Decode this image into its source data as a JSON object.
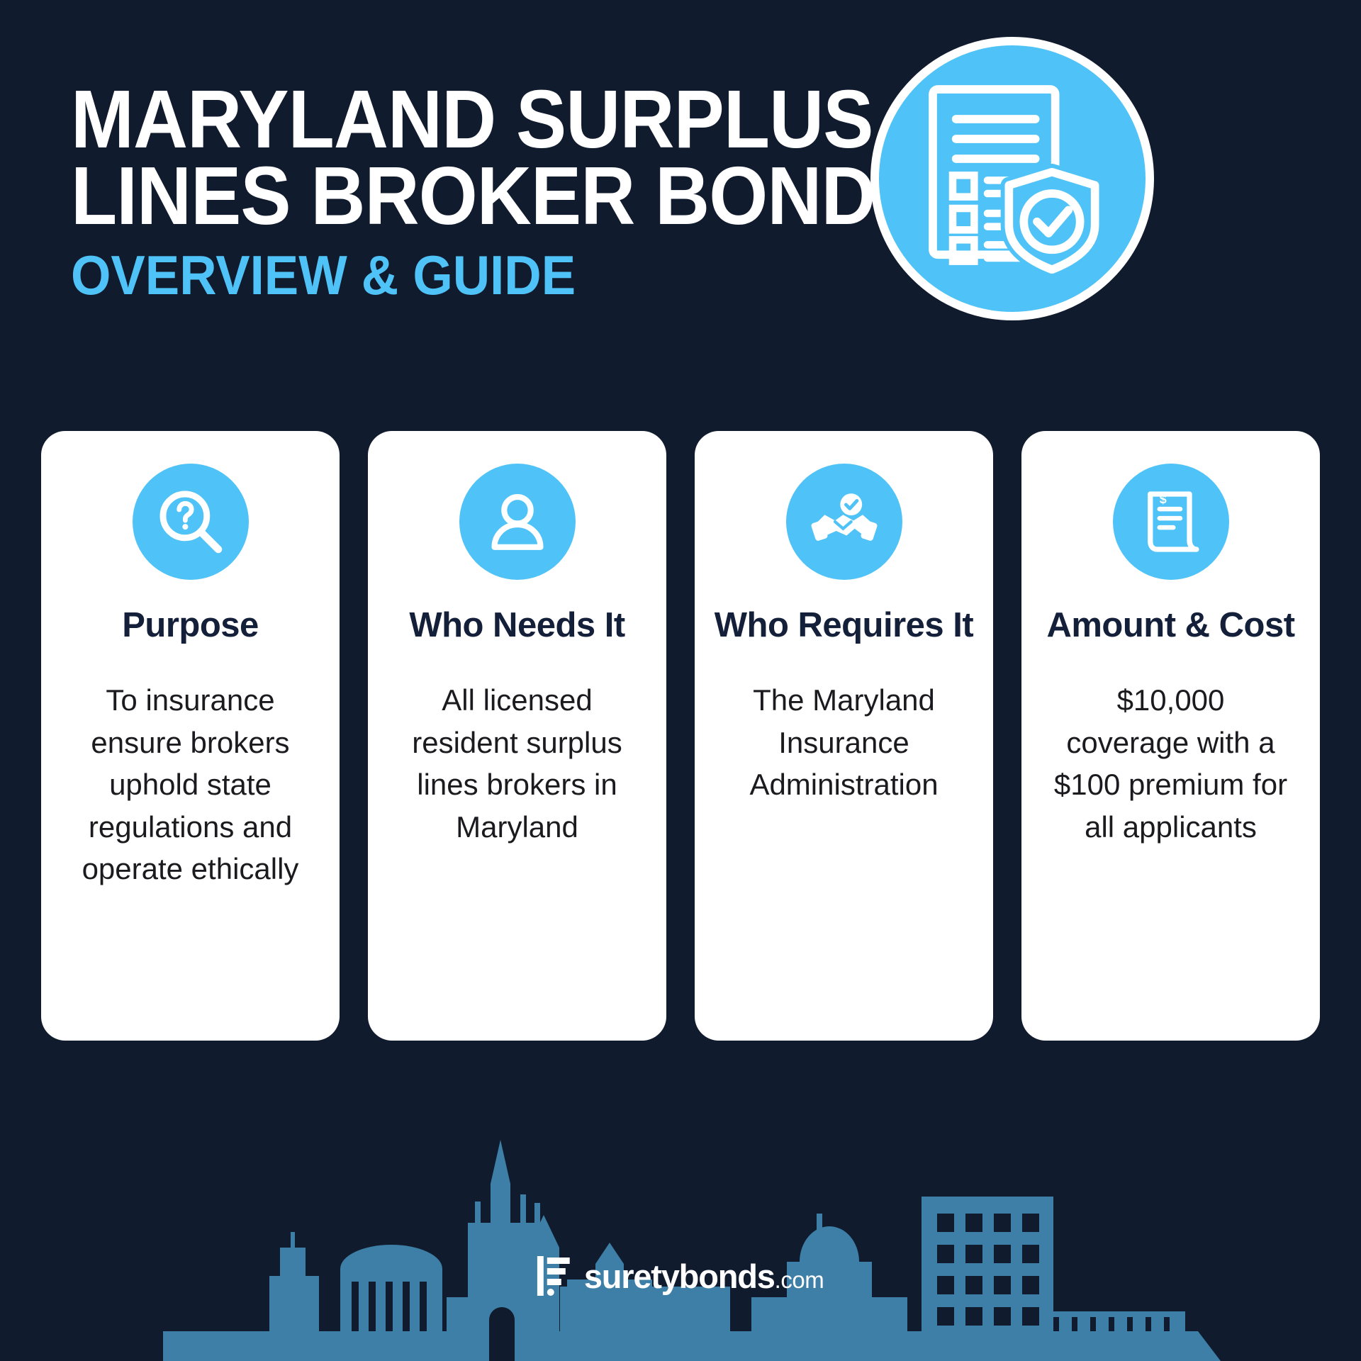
{
  "colors": {
    "background": "#111b2e",
    "accent_blue": "#4fc3f7",
    "card_background": "#ffffff",
    "heading_navy": "#14203a",
    "skyline_blue": "#3d7fa6",
    "title_white": "#ffffff"
  },
  "header": {
    "title_line_1": "MARYLAND SURPLUS",
    "title_line_2": "LINES BROKER BOND",
    "subtitle": "OVERVIEW & GUIDE",
    "hero_icon": "checklist-document-shield-check-icon"
  },
  "cards": [
    {
      "icon": "magnifier-question-icon",
      "title": "Purpose",
      "body": "To insurance ensure brokers uphold state regulations and operate ethically"
    },
    {
      "icon": "user-person-icon",
      "title": "Who Needs It",
      "body": "All licensed resident surplus lines brokers in Maryland"
    },
    {
      "icon": "handshake-check-icon",
      "title": "Who Requires It",
      "body": "The Maryland Insurance Administration"
    },
    {
      "icon": "invoice-dollar-icon",
      "title": "Amount & Cost",
      "body": "$10,000 coverage with a $100 premium for all applicants"
    }
  ],
  "footer": {
    "logo_mark": "suretybonds-flag-icon",
    "logo_name": "suretybonds",
    "logo_tld": ".com",
    "skyline": "baltimore-skyline-silhouette"
  }
}
